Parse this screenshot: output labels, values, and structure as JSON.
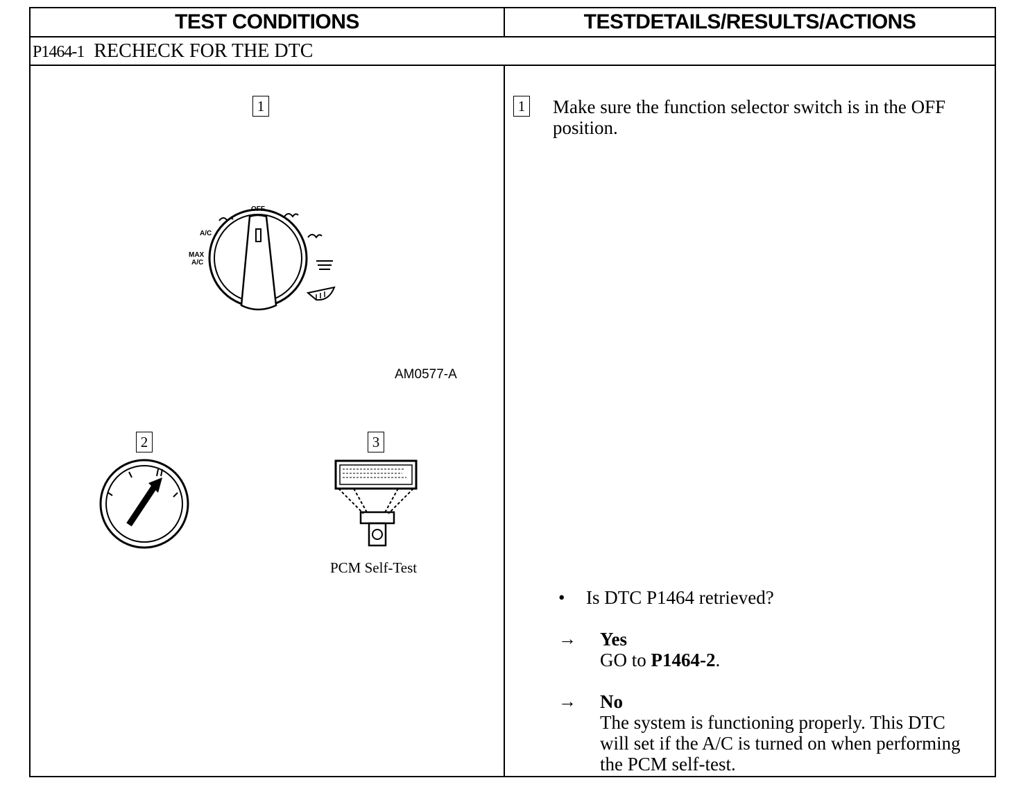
{
  "header": {
    "left": "TEST CONDITIONS",
    "right": "TESTDETAILS/RESULTS/ACTIONS"
  },
  "step": {
    "code": "P1464-1",
    "title": "RECHECK FOR THE DTC"
  },
  "left": {
    "box1": "1",
    "box2": "2",
    "box3": "3",
    "figure_id": "AM0577-A",
    "knob_labels": {
      "off": "OFF",
      "ac": "A/C",
      "max_ac_1": "MAX",
      "max_ac_2": "A/C"
    },
    "pcm_caption": "PCM Self-Test"
  },
  "right": {
    "box1": "1",
    "instruction": "Make sure the function selector switch is in the OFF position.",
    "bullet": "•",
    "question": "Is DTC P1464 retrieved?",
    "arrow": "→",
    "yes_label": "Yes",
    "yes_text_prefix": "GO to ",
    "yes_link": "P1464-2",
    "yes_text_suffix": ".",
    "no_label": "No",
    "no_text": "The system is functioning properly. This DTC will set if the A/C is turned on when performing the PCM self-test."
  },
  "icons": [
    "selector-knob-illustration",
    "ignition-key-icon",
    "scan-tool-icon"
  ]
}
